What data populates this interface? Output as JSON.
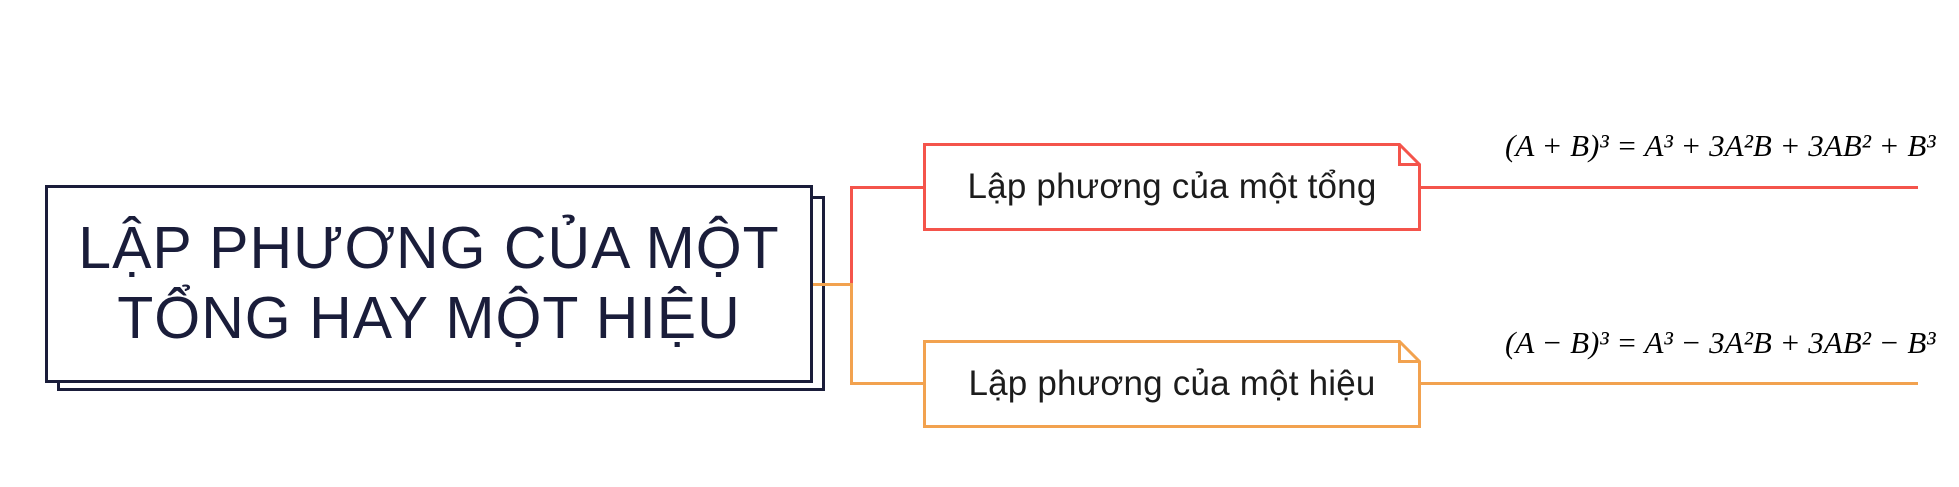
{
  "colors": {
    "navy": "#1a1d3a",
    "red": "#f4544b",
    "orange": "#f2a24f",
    "ink": "#1c1c1c"
  },
  "root": {
    "title_line1": "LẬP PHƯƠNG CỦA MỘT",
    "title_line2": "TỔNG HAY MỘT HIỆU"
  },
  "branches": [
    {
      "label": "Lập phương của một tổng",
      "formula": "(A + B)³ = A³ + 3A²B + 3AB² + B³",
      "color": "#f4544b"
    },
    {
      "label": "Lập phương của một hiệu",
      "formula": "(A − B)³ = A³ − 3A²B + 3AB² − B³",
      "color": "#f2a24f"
    }
  ]
}
